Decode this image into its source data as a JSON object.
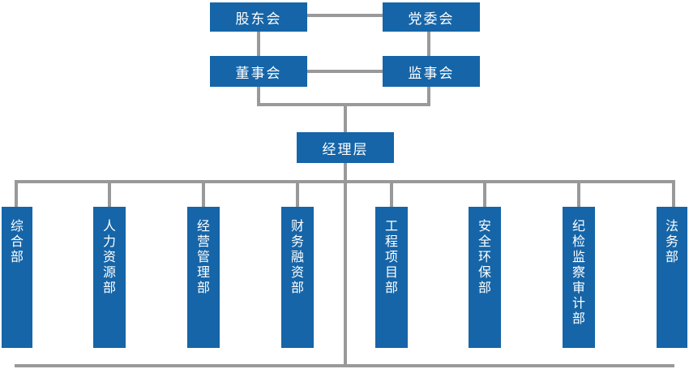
{
  "diagram": {
    "type": "org-chart",
    "colors": {
      "node_fill": "#1565a8",
      "connector_line": "#999999",
      "node_text": "#ffffff",
      "background": "#ffffff"
    },
    "nodes": {
      "shareholders_meeting": "股东会",
      "party_committee": "党委会",
      "board_of_directors": "董事会",
      "supervisory_board": "监事会",
      "management_level": "经理层"
    },
    "departments": [
      "综合部",
      "人力资源部",
      "经营管理部",
      "财务融资部",
      "工程项目部",
      "安全环保部",
      "纪检监察审计部",
      "法务部"
    ]
  }
}
